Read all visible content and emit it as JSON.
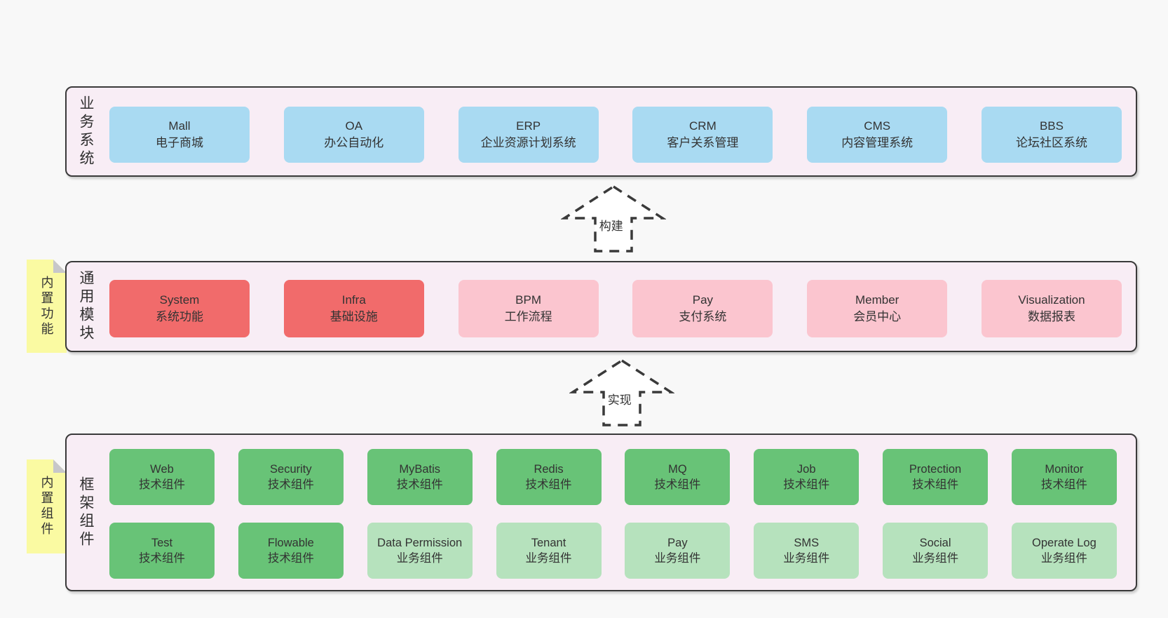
{
  "colors": {
    "blue": "#a9daf2",
    "red": "#f16b6b",
    "pink": "#fbc5cf",
    "green": "#68c377",
    "green_light": "#b6e2bd",
    "note_yellow": "#fafaa2",
    "container_fill": "#f8edf5",
    "outline": "#3a3a3a"
  },
  "arrows": [
    {
      "label": "构建"
    },
    {
      "label": "实现"
    }
  ],
  "layers": {
    "business": {
      "label": "业务系统",
      "boxes": [
        {
          "title": "Mall",
          "subtitle": "电子商城",
          "variant": "blue"
        },
        {
          "title": "OA",
          "subtitle": "办公自动化",
          "variant": "blue"
        },
        {
          "title": "ERP",
          "subtitle": "企业资源计划系统",
          "variant": "blue"
        },
        {
          "title": "CRM",
          "subtitle": "客户关系管理",
          "variant": "blue"
        },
        {
          "title": "CMS",
          "subtitle": "内容管理系统",
          "variant": "blue"
        },
        {
          "title": "BBS",
          "subtitle": "论坛社区系统",
          "variant": "blue"
        }
      ]
    },
    "modules": {
      "label": "通用模块",
      "note": "内置功能",
      "boxes": [
        {
          "title": "System",
          "subtitle": "系统功能",
          "variant": "red"
        },
        {
          "title": "Infra",
          "subtitle": "基础设施",
          "variant": "red"
        },
        {
          "title": "BPM",
          "subtitle": "工作流程",
          "variant": "pink"
        },
        {
          "title": "Pay",
          "subtitle": "支付系统",
          "variant": "pink"
        },
        {
          "title": "Member",
          "subtitle": "会员中心",
          "variant": "pink"
        },
        {
          "title": "Visualization",
          "subtitle": "数据报表",
          "variant": "pink"
        }
      ]
    },
    "components": {
      "label": "框架组件",
      "note": "内置组件",
      "row1": [
        {
          "title": "Web",
          "subtitle": "技术组件",
          "variant": "green"
        },
        {
          "title": "Security",
          "subtitle": "技术组件",
          "variant": "green"
        },
        {
          "title": "MyBatis",
          "subtitle": "技术组件",
          "variant": "green"
        },
        {
          "title": "Redis",
          "subtitle": "技术组件",
          "variant": "green"
        },
        {
          "title": "MQ",
          "subtitle": "技术组件",
          "variant": "green"
        },
        {
          "title": "Job",
          "subtitle": "技术组件",
          "variant": "green"
        },
        {
          "title": "Protection",
          "subtitle": "技术组件",
          "variant": "green"
        },
        {
          "title": "Monitor",
          "subtitle": "技术组件",
          "variant": "green"
        }
      ],
      "row2": [
        {
          "title": "Test",
          "subtitle": "技术组件",
          "variant": "green"
        },
        {
          "title": "Flowable",
          "subtitle": "技术组件",
          "variant": "green"
        },
        {
          "title": "Data Permission",
          "subtitle": "业务组件",
          "variant": "green_light"
        },
        {
          "title": "Tenant",
          "subtitle": "业务组件",
          "variant": "green_light"
        },
        {
          "title": "Pay",
          "subtitle": "业务组件",
          "variant": "green_light"
        },
        {
          "title": "SMS",
          "subtitle": "业务组件",
          "variant": "green_light"
        },
        {
          "title": "Social",
          "subtitle": "业务组件",
          "variant": "green_light"
        },
        {
          "title": "Operate Log",
          "subtitle": "业务组件",
          "variant": "green_light"
        }
      ]
    }
  }
}
